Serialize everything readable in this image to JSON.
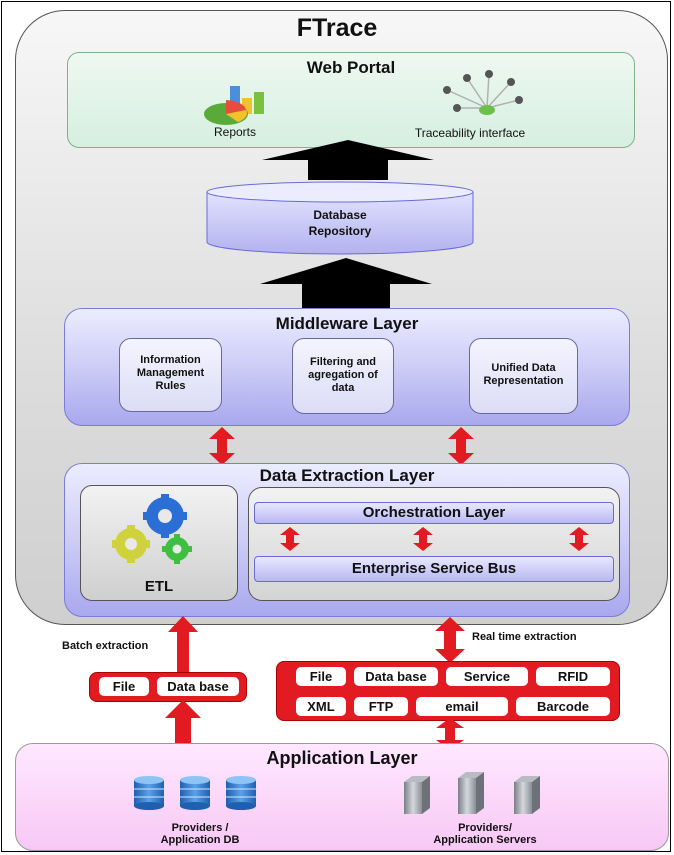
{
  "title": "FTrace",
  "web_portal": {
    "title": "Web Portal",
    "reports_label": "Reports",
    "traceability_label": "Traceability interface"
  },
  "database": {
    "line1": "Database",
    "line2": "Repository"
  },
  "middleware": {
    "title": "Middleware Layer",
    "boxes": [
      {
        "lines": [
          "Information",
          "Management",
          "Rules"
        ]
      },
      {
        "lines": [
          "Filtering and",
          "agregation of",
          "data"
        ]
      },
      {
        "lines": [
          "Unified Data",
          "Representation"
        ]
      }
    ]
  },
  "data_extraction": {
    "title": "Data Extraction Layer",
    "etl_label": "ETL",
    "orchestration": "Orchestration Layer",
    "esb": "Enterprise Service Bus"
  },
  "batch": {
    "label": "Batch extraction",
    "items": [
      "File",
      "Data base"
    ]
  },
  "realtime": {
    "label": "Real time extraction",
    "row1": [
      "File",
      "Data base",
      "Service",
      "RFID"
    ],
    "row2": [
      "XML",
      "FTP",
      "email",
      "Barcode"
    ]
  },
  "application": {
    "title": "Application Layer",
    "db_label_1": "Providers /",
    "db_label_2": "Application DB",
    "srv_label_1": "Providers/",
    "srv_label_2": "Application Servers"
  },
  "colors": {
    "red": "#e21b23",
    "blue_layer": "#b9b9f4",
    "portal": "#dff3e7",
    "app_layer": "#f9d2f7"
  }
}
